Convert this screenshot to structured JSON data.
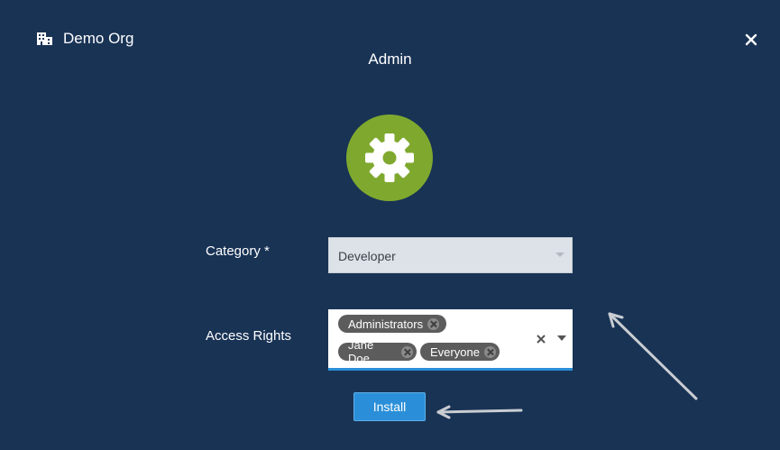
{
  "header": {
    "org_name": "Demo Org",
    "org_icon": "building-icon",
    "close_icon": "close-icon"
  },
  "dialog": {
    "title": "Admin",
    "app_icon": "gear-icon",
    "app_icon_color": "#7fa92e"
  },
  "form": {
    "category": {
      "label": "Category *",
      "value": "Developer"
    },
    "access_rights": {
      "label": "Access Rights",
      "chips": [
        {
          "label": "Administrators"
        },
        {
          "label": "Jane Doe"
        },
        {
          "label": "Everyone"
        }
      ]
    },
    "install_label": "Install"
  },
  "colors": {
    "background": "#193355",
    "accent": "#2a8fd8"
  }
}
